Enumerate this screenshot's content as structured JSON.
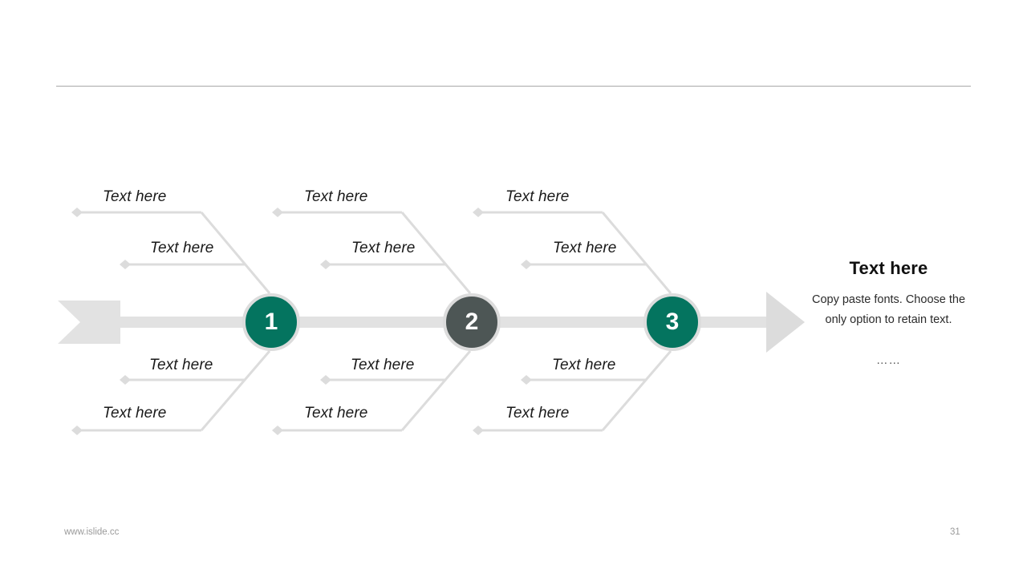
{
  "slide": {
    "page_number": "31",
    "footer_url": "www.islide.cc"
  },
  "colors": {
    "accent_teal": "#04745f",
    "stage_gray": "#4d5655",
    "line_gray": "#dcdcdc",
    "axis_gray": "#e2e2e2",
    "ring_gray": "#dcdcdc",
    "divider_gray": "#a9a9a9",
    "text_dark": "#1a1a1a",
    "footer_gray": "#9a9a9a"
  },
  "stages": [
    {
      "number": "1",
      "color": "#04745f",
      "labels": {
        "top_outer": "Text here",
        "top_inner": "Text here",
        "bottom_inner": "Text here",
        "bottom_outer": "Text here"
      }
    },
    {
      "number": "2",
      "color": "#4d5655",
      "labels": {
        "top_outer": "Text here",
        "top_inner": "Text here",
        "bottom_inner": "Text here",
        "bottom_outer": "Text here"
      }
    },
    {
      "number": "3",
      "color": "#04745f",
      "labels": {
        "top_outer": "Text here",
        "top_inner": "Text here",
        "bottom_inner": "Text here",
        "bottom_outer": "Text here"
      }
    }
  ],
  "summary": {
    "title": "Text here",
    "body": "Copy paste fonts. Choose the only option to retain text.",
    "ellipsis": "……"
  }
}
